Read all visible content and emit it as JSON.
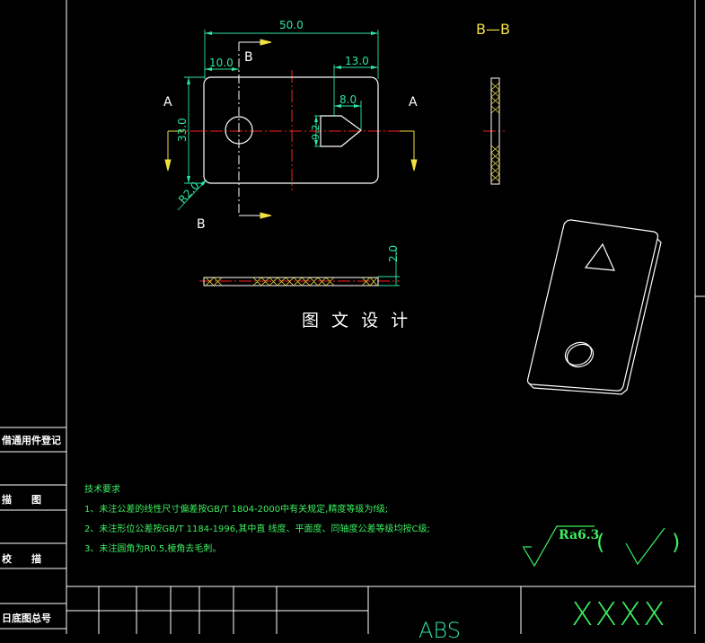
{
  "dimensions": {
    "total_width": "50.0",
    "hole_offset": "10.0",
    "triangle_offset": "13.0",
    "triangle_width": "8.0",
    "height": "33.0",
    "triangle_height": "9.2",
    "corner_radius": "R2.0",
    "thickness": "2.0"
  },
  "section_labels": {
    "b_top": "B",
    "b_bottom": "B",
    "a_left": "A",
    "a_right": "A",
    "section_title": "B—B"
  },
  "watermark": "图 文 设 计",
  "side_panel": {
    "item1": "借通用件登记",
    "item2": "描　　图",
    "item3": "校　　描",
    "item4": "日底图总号"
  },
  "technical_requirements": {
    "title": "技术要求",
    "lines": [
      "1、未注公差的线性尺寸偏差按GB/T 1804-2000中有关规定,精度等级为f级;",
      "2、未注形位公差按GB/T 1184-1996,其中直 线度、平面度、同轴度公差等级均按C级;",
      "3、未注圆角为R0.5,棱角去毛刺。"
    ]
  },
  "roughness": {
    "value": "Ra6.3",
    "bracket_left": "(",
    "bracket_right": ")"
  },
  "title_block": {
    "material": "ABS",
    "drawing_no": "XXXX"
  },
  "colors": {
    "outline": "#ffffff",
    "dimension": "#2ee6a0",
    "centerline": "#ff2020",
    "arrow": "#f0e040",
    "hatch": "#f0e040",
    "note": "#3cf060"
  }
}
